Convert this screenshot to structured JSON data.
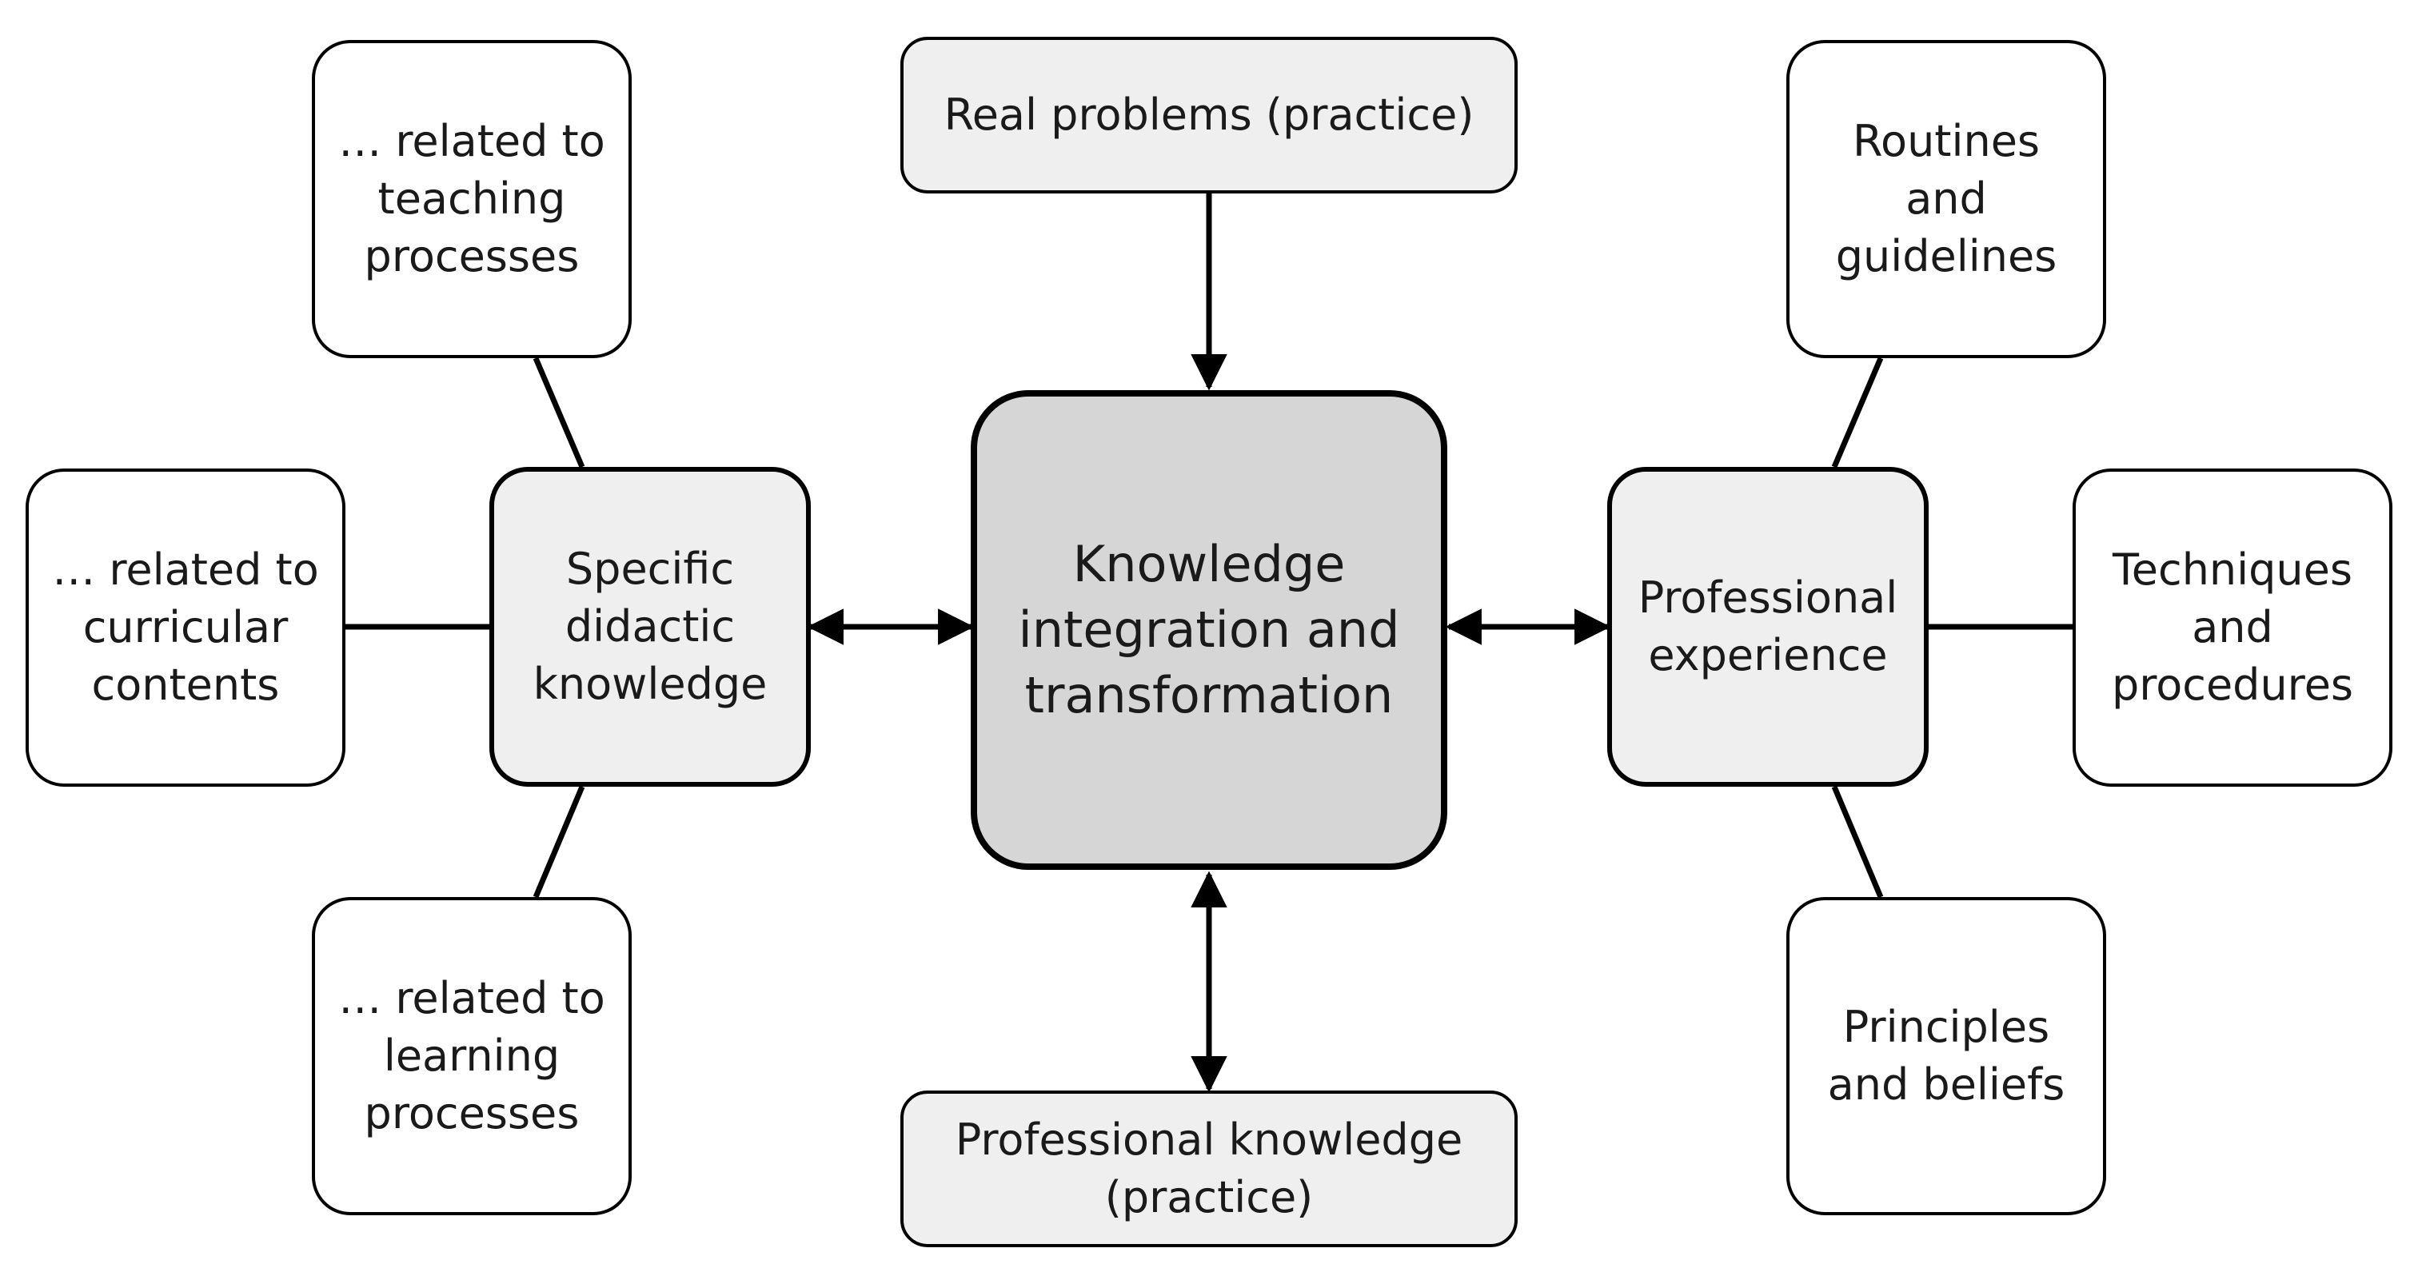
{
  "diagram": {
    "center": "Knowledge\nintegration and\ntransformation",
    "top": "Real problems (practice)",
    "bottom": "Professional knowledge\n(practice)",
    "left": {
      "hub": "Specific\ndidactic\nknowledge",
      "top": "… related to\nteaching\nprocesses",
      "side": "… related to\ncurricular\ncontents",
      "bottom": "… related to\nlearning\nprocesses"
    },
    "right": {
      "hub": "Professional\nexperience",
      "top": "Routines\nand\nguidelines",
      "side": "Techniques\nand\nprocedures",
      "bottom": "Principles\nand beliefs"
    }
  }
}
